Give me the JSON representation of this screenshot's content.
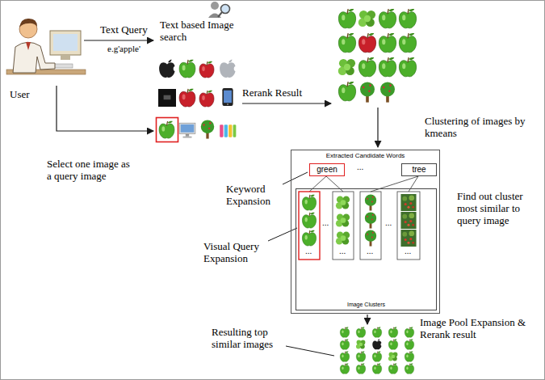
{
  "diagram": {
    "nodes": [
      {
        "text": [
          "Extracted Candidate Words"
        ]
      },
      {
        "text": [
          "green"
        ],
        "in": 0
      },
      {
        "text": [
          "tree"
        ],
        "in": 0
      },
      {
        "text": [
          "Image Clusters"
        ],
        "in": 0
      }
    ],
    "labels": [
      "User",
      "Text Query",
      "e.g'apple'",
      "Text based Image search",
      "Select one image as a query image",
      "Rerank Result",
      "Clustering of images by kmeans",
      "Keyword Expansion",
      "...",
      "...",
      "...",
      "...",
      "...",
      "...",
      "...",
      "Find out cluster most similar to query image",
      "Visual Query Expansion",
      "Image Pool Expansion & Rerank result",
      "Resulting top similar images"
    ]
  }
}
